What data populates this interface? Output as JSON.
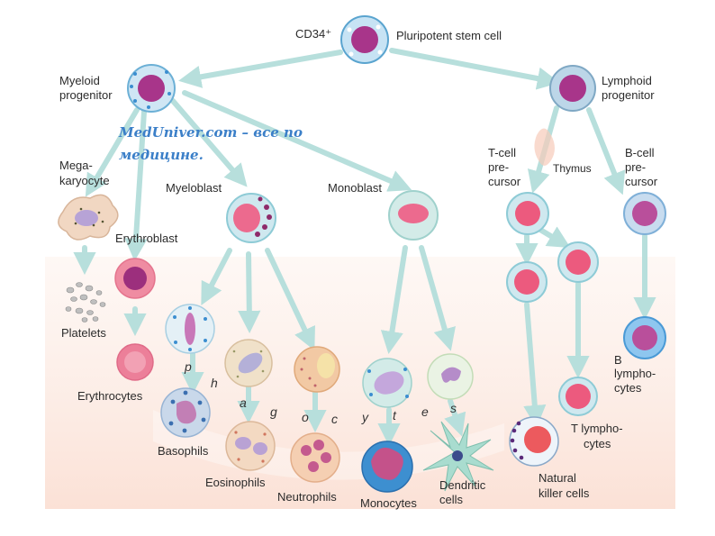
{
  "diagram": {
    "top_marker": "CD34⁺",
    "labels": {
      "stem": "Pluripotent stem cell",
      "myeloid": [
        "Myeloid",
        "progenitor"
      ],
      "lymphoid": [
        "Lymphoid",
        "progenitor"
      ],
      "megakaryocyte": [
        "Mega-",
        "karyocyte"
      ],
      "erythroblast": "Erythroblast",
      "myeloblast": "Myeloblast",
      "monoblast": "Monoblast",
      "tcell_pre": [
        "T-cell",
        "pre-",
        "cursor"
      ],
      "thymus": "Thymus",
      "bcell_pre": [
        "B-cell",
        "pre-",
        "cursor"
      ],
      "platelets": "Platelets",
      "erythrocytes": "Erythrocytes",
      "basophils": "Basophils",
      "eosinophils": "Eosinophils",
      "neutrophils": "Neutrophils",
      "monocytes": "Monocytes",
      "dendritic": [
        "Dendritic",
        "cells"
      ],
      "nk": [
        "Natural",
        "killer cells"
      ],
      "t_lympho": [
        "T lympho-",
        "cytes"
      ],
      "b_lympho": [
        "B",
        "lympho-",
        "cytes"
      ]
    },
    "phagocytes_letters": [
      "p",
      "h",
      "a",
      "g",
      "o",
      "c",
      "y",
      "t",
      "e",
      "s"
    ],
    "watermark": [
      "MedUniver.com – все по",
      "медицине."
    ]
  }
}
